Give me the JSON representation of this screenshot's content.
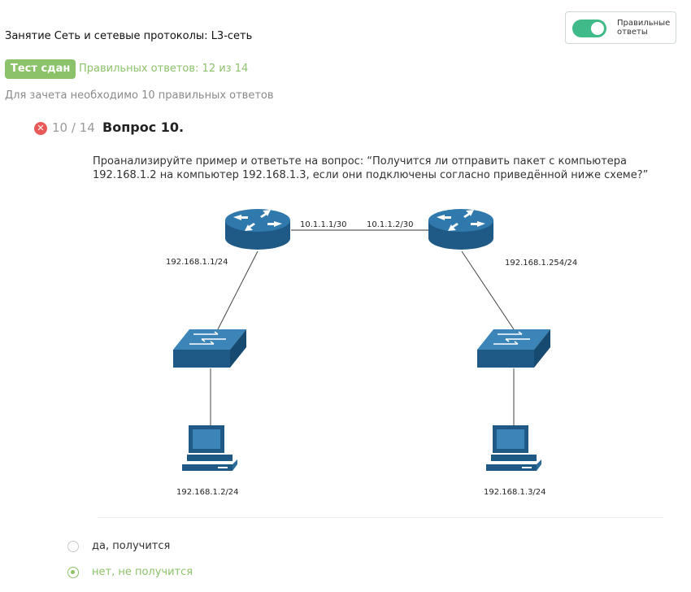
{
  "lesson": {
    "title": "Занятие Сеть и сетевые протоколы: L3-сеть"
  },
  "toggle": {
    "label_line1": "Правильные",
    "label_line2": "ответы",
    "on": true,
    "color": "#3fba88"
  },
  "result": {
    "badge": "Тест сдан",
    "score": "Правильных ответов: 12 из 14",
    "requirement": "Для зачета необходимо 10 правильных ответов",
    "accent": "#8cc26a"
  },
  "question": {
    "status_icon": "x-circle-icon",
    "number": "10 / 14",
    "title": "Вопрос 10.",
    "text": "Проанализируйте пример и ответьте на вопрос: “Получится ли отправить пакет с компьютера 192.168.1.2 на компьютер 192.168.1.3, если они подключены согласно приведённой ниже схеме?”"
  },
  "diagram": {
    "router_left_ip": "192.168.1.1/24",
    "router_right_ip": "192.168.1.254/24",
    "link_left_ip": "10.1.1.1/30",
    "link_right_ip": "10.1.1.2/30",
    "pc_left_ip": "192.168.1.2/24",
    "pc_right_ip": "192.168.1.3/24",
    "device_color": "#2b6c9a"
  },
  "answers": [
    {
      "label": "да, получится",
      "selected": false
    },
    {
      "label": "нет, не получится",
      "selected": true
    }
  ]
}
